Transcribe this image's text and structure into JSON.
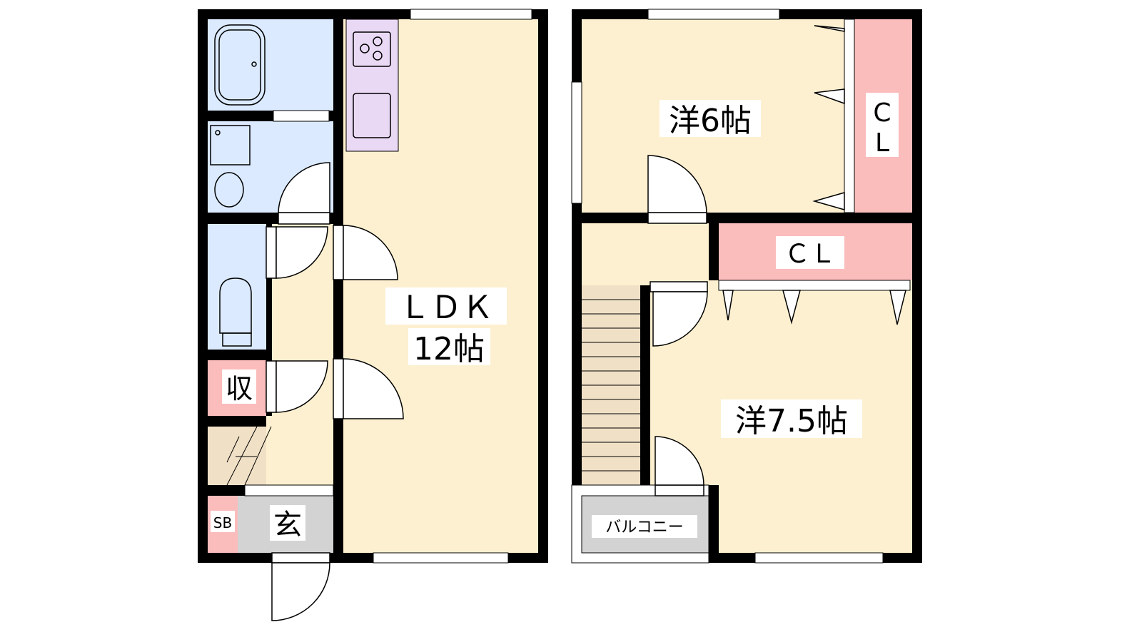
{
  "colors": {
    "wall": "#000000",
    "living": "#fdf0d0",
    "wet": "#dbeaff",
    "storage": "#fbbcbc",
    "kitchen": "#ead9f5",
    "stairs": "#f0e0c6",
    "entrance": "#d3d3d3"
  },
  "rooms": {
    "ldk": {
      "name": "ＬＤＫ",
      "size": "12帖"
    },
    "western_6": {
      "label": "洋6帖"
    },
    "western_7_5": {
      "label": "洋7.5帖"
    },
    "closet_vertical": {
      "line1": "C",
      "line2": "L"
    },
    "closet_horizontal": {
      "label": "ＣＬ"
    },
    "storage": {
      "label": "収"
    },
    "shoe_box": {
      "label": "SB"
    },
    "entrance": {
      "label": "玄"
    },
    "balcony": {
      "label": "バルコニー"
    }
  }
}
